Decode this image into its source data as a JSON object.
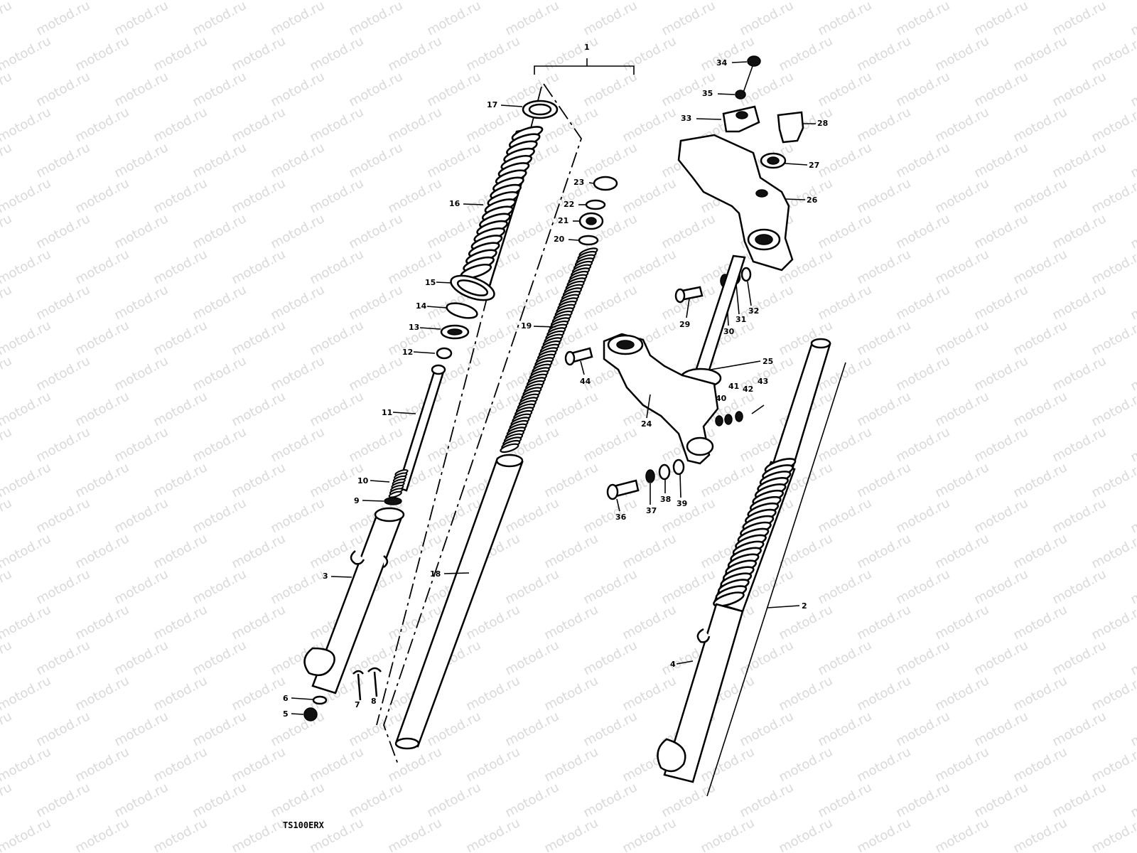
{
  "watermark": "motod.ru",
  "model_code": "TS100ERX",
  "callouts": {
    "c1": "1",
    "c2": "2",
    "c3": "3",
    "c4": "4",
    "c5": "5",
    "c6": "6",
    "c7": "7",
    "c8": "8",
    "c9": "9",
    "c10": "10",
    "c11": "11",
    "c12": "12",
    "c13": "13",
    "c14": "14",
    "c15": "15",
    "c16": "16",
    "c17": "17",
    "c18": "18",
    "c19": "19",
    "c20": "20",
    "c21": "21",
    "c22": "22",
    "c23": "23",
    "c24": "24",
    "c25": "25",
    "c26": "26",
    "c27": "27",
    "c28": "28",
    "c29": "29",
    "c30": "30",
    "c31": "31",
    "c32": "32",
    "c33": "33",
    "c34": "34",
    "c35": "35",
    "c36": "36",
    "c37": "37",
    "c38": "38",
    "c39": "39",
    "c40": "40",
    "c41": "41",
    "c42": "42",
    "c43": "43",
    "c44": "44"
  }
}
